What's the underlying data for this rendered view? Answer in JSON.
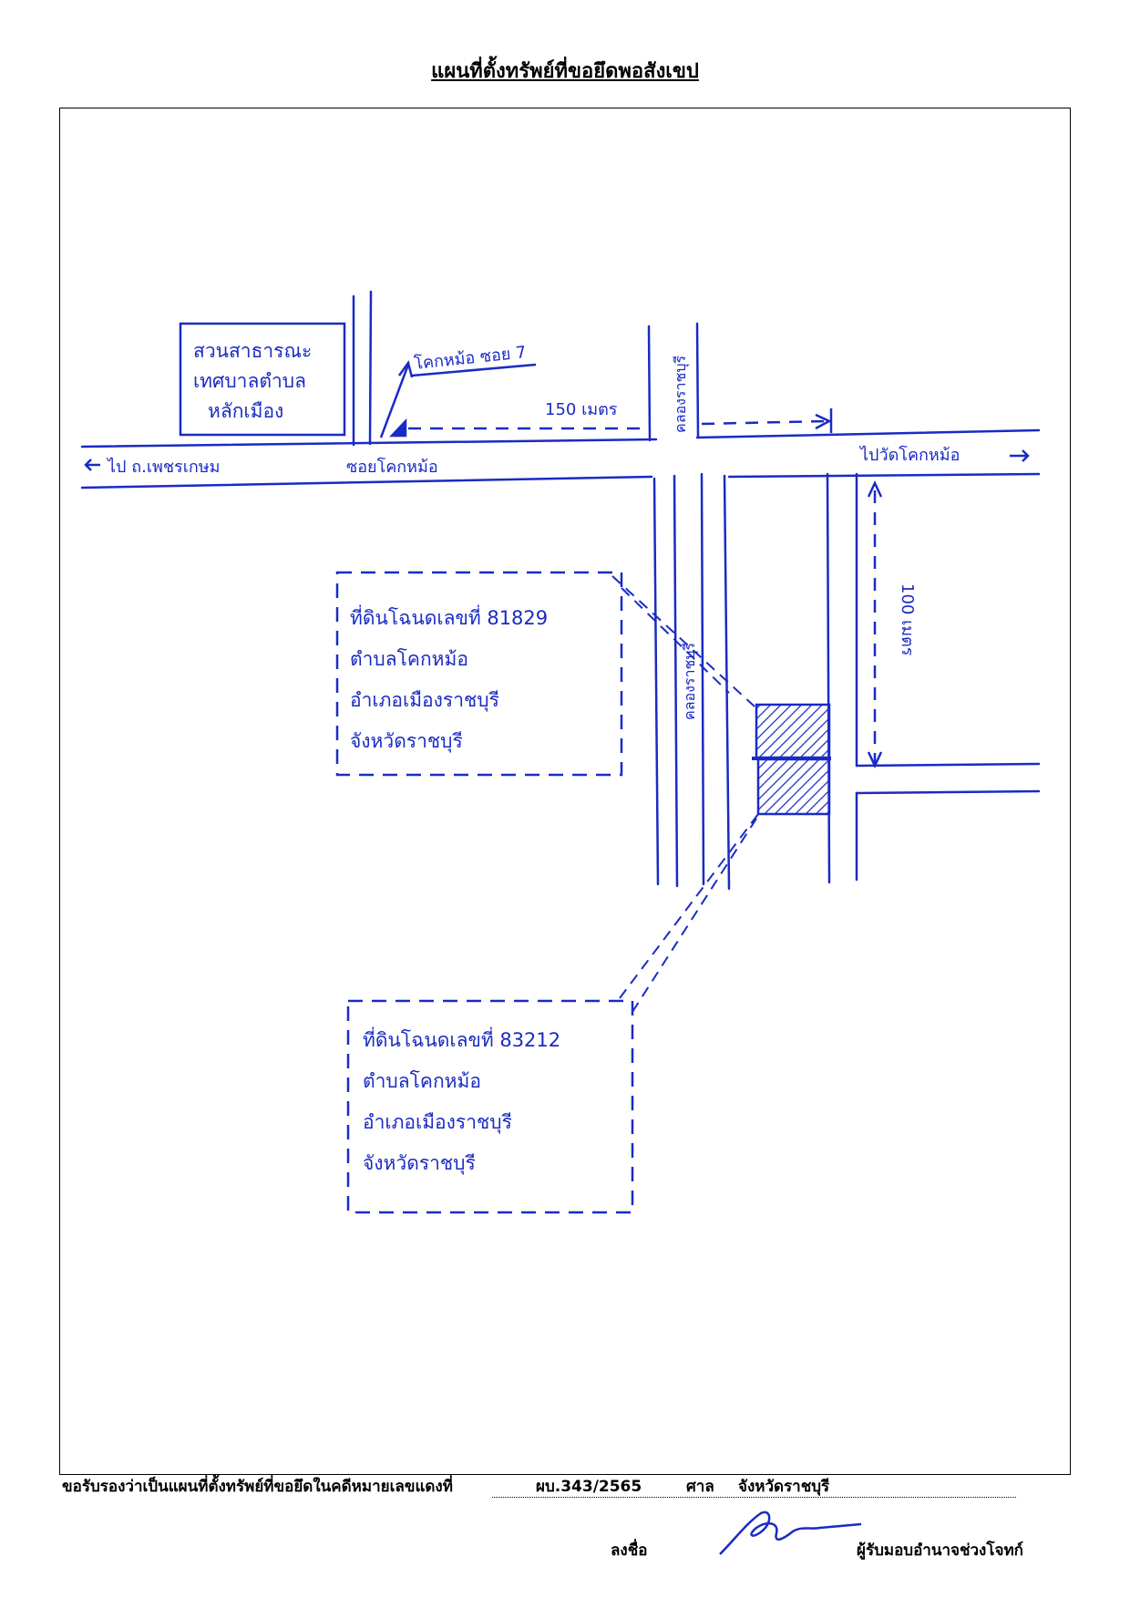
{
  "title": "แผนที่ตั้งทรัพย์ที่ขอยึดพอสังเขป",
  "map": {
    "building_label": [
      "สวนสาธารณะ",
      "เทศบาลตำบล",
      "หลักเมือง"
    ],
    "pointer_label": "โคกหม้อ ซอย 7",
    "distance_top": "150 เมตร",
    "distance_right": "100 เมตร",
    "canal_top": "คลองราชบุรี",
    "canal_middle": "คลองราชบุรี",
    "road_left_label": "ไป ถ.เพชรเกษม",
    "road_middle_label": "ซอยโคกหม้อ",
    "road_right_label": "ไปวัดโคกหม้อ",
    "parcel_a": [
      "ที่ดินโฉนดเลขที่ 81829",
      "ตำบลโคกหม้อ",
      "อำเภอเมืองราชบุรี",
      "จังหวัดราชบุรี"
    ],
    "parcel_b": [
      "ที่ดินโฉนดเลขที่ 83212",
      "ตำบลโคกหม้อ",
      "อำเภอเมืองราชบุรี",
      "จังหวัดราชบุรี"
    ]
  },
  "certification": {
    "text": "ขอรับรองว่าเป็นแผนที่ตั้งทรัพย์ที่ขอยึดในคดีหมายเลขแดงที่",
    "case_no": "ผบ.343/2565",
    "court_label": "ศาล",
    "court_name": "จังหวัดราชบุรี"
  },
  "signature": {
    "sign_label": "ลงชื่อ",
    "role": "ผู้รับมอบอำนาจช่วงโจทก์"
  },
  "colors": {
    "ink": "#1a2bc4",
    "print": "#000000"
  }
}
